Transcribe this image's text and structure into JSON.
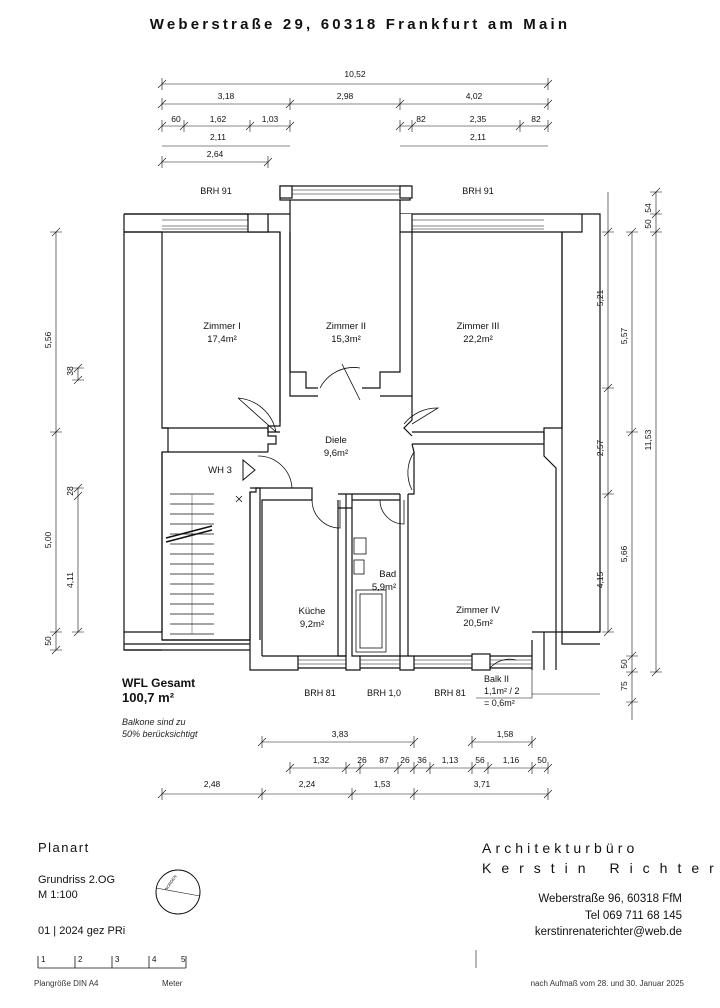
{
  "title": "Weberstraße 29, 60318 Frankfurt am Main",
  "rooms": {
    "zimmer1": {
      "name": "Zimmer I",
      "area": "17,4m²"
    },
    "zimmer2": {
      "name": "Zimmer II",
      "area": "15,3m²"
    },
    "zimmer3": {
      "name": "Zimmer III",
      "area": "22,2m²"
    },
    "diele": {
      "name": "Diele",
      "area": "9,6m²"
    },
    "wh3": {
      "name": "WH 3"
    },
    "kueche": {
      "name": "Küche",
      "area": "9,2m²"
    },
    "bad": {
      "name": "Bad",
      "area": "5,9m²"
    },
    "zimmer4": {
      "name": "Zimmer IV",
      "area": "20,5m²"
    },
    "balkon": {
      "name": "Balk II",
      "area_line1": "1,1m² / 2",
      "area_line2": "= 0,6m²"
    }
  },
  "brh": {
    "top_left": "BRH 91",
    "top_right": "BRH 91",
    "bottom1": "BRH 81",
    "bottom2": "BRH 1,0",
    "bottom3": "BRH 81"
  },
  "dims_top": {
    "total": "10,52",
    "a": "3,18",
    "b": "2,98",
    "c": "4,02",
    "d": "60",
    "e": "1,62",
    "f": "1,03",
    "g": "82",
    "h": "2,35",
    "i": "82",
    "j": "2,11",
    "k": "2,11",
    "l": "2,64"
  },
  "dims_left": {
    "a": "5,56",
    "b": "38",
    "c": "5,00",
    "d": "28",
    "e": "4,11",
    "f": "50"
  },
  "dims_right": {
    "a": "54",
    "b": "50",
    "c": "5,21",
    "d": "5,57",
    "e": "11,53",
    "f": "2,57",
    "g": "5,66",
    "h": "4,15",
    "i": "50",
    "j": "75"
  },
  "dims_bottom": {
    "a": "3,83",
    "b": "1,58",
    "c": "1,32",
    "d": "26",
    "e": "87",
    "f": "26",
    "g": "36",
    "h": "1,13",
    "i": "56",
    "j": "1,16",
    "k": "50",
    "l": "2,48",
    "m": "2,24",
    "n": "1,53",
    "o": "3,71"
  },
  "wfl": {
    "label": "WFL Gesamt",
    "value": "100,7 m²",
    "note_line1": "Balkone sind zu",
    "note_line2": "50% berücksichtigt"
  },
  "legend": {
    "planart": "Planart",
    "geschoss": "Grundriss 2.OG",
    "massstab": "M 1:100",
    "version": "01 | 2024 gez PRi",
    "north": "NORDEN",
    "scale_ticks": [
      "1",
      "2",
      "3",
      "4",
      "5"
    ],
    "meter": "Meter",
    "plangroesse": "Plangröße DIN A4"
  },
  "office": {
    "line1": "Architekturbüro",
    "line2": "Kerstin Richter",
    "address": "Weberstraße 96,   60318 FfM",
    "tel": "Tel 069  711 68 145",
    "mail": "kerstinrenaterichter@web.de",
    "survey": "nach Aufmaß vom 28. und 30. Januar 2025"
  }
}
